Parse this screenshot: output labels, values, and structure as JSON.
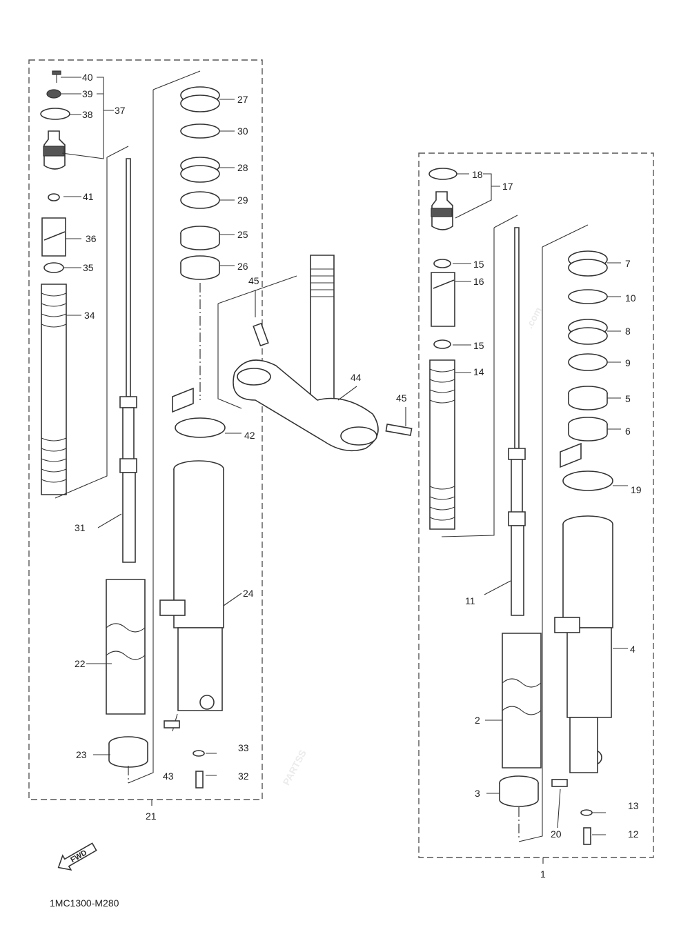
{
  "watermark": {
    "brand": "PARTSS",
    "suffix": ".com"
  },
  "drawing_code": "1MC1300-M280",
  "fwd_label": "FWD",
  "assemblies": {
    "left": "21",
    "right": "1"
  },
  "parts": {
    "p1": "1",
    "p2": "2",
    "p3": "3",
    "p4": "4",
    "p5": "5",
    "p6": "6",
    "p7": "7",
    "p8": "8",
    "p9": "9",
    "p10": "10",
    "p11": "11",
    "p12": "12",
    "p13": "13",
    "p14": "14",
    "p15a": "15",
    "p15b": "15",
    "p16": "16",
    "p17": "17",
    "p18": "18",
    "p19": "19",
    "p20": "20",
    "p22": "22",
    "p23": "23",
    "p24": "24",
    "p25": "25",
    "p26": "26",
    "p27": "27",
    "p28": "28",
    "p29": "29",
    "p30": "30",
    "p31": "31",
    "p32": "32",
    "p33": "33",
    "p34": "34",
    "p35": "35",
    "p36": "36",
    "p37": "37",
    "p38": "38",
    "p39": "39",
    "p40": "40",
    "p41": "41",
    "p42": "42",
    "p43": "43",
    "p44": "44",
    "p45a": "45",
    "p45b": "45"
  }
}
